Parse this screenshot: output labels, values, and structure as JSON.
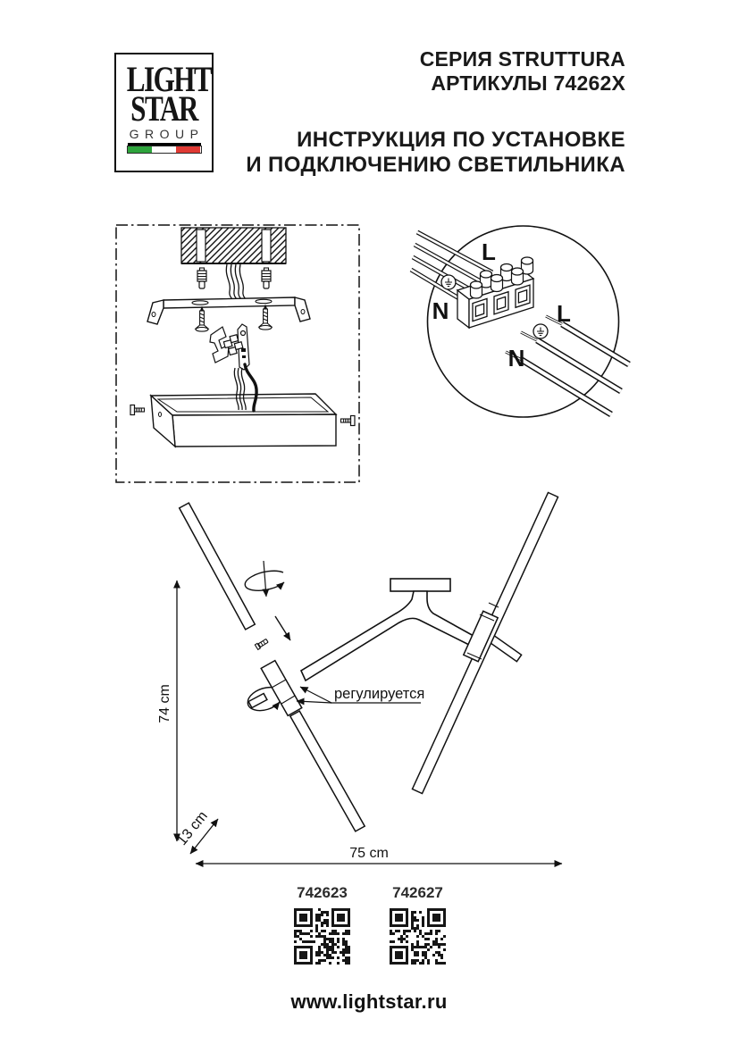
{
  "logo": {
    "line1": "LIGHT",
    "line2": "STAR",
    "line3": "GROUP",
    "flag_colors": [
      "#2ea43c",
      "#ffffff",
      "#e03a34"
    ]
  },
  "header": {
    "series": "СЕРИЯ STRUTTURA",
    "articles": "АРТИКУЛЫ 74262X",
    "title_line1": "ИНСТРУКЦИЯ ПО УСТАНОВКЕ",
    "title_line2": "И ПОДКЛЮЧЕНИЮ СВЕТИЛЬНИКА"
  },
  "wiring_detail": {
    "label_live_mains": "L",
    "label_neutral_mains": "N",
    "label_live_fixture": "L",
    "label_neutral_fixture": "N"
  },
  "dimensions": {
    "height": "74 cm",
    "depth": "13 cm",
    "width": "75 cm",
    "adjustable_label": "регулируется"
  },
  "products": [
    {
      "article": "742623"
    },
    {
      "article": "742627"
    }
  ],
  "footer": {
    "website": "www.lightstar.ru"
  }
}
